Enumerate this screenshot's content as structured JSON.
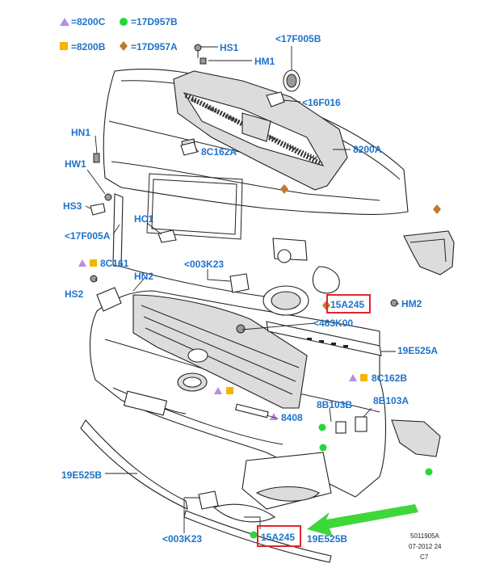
{
  "legend": [
    {
      "symbol": "triangle",
      "color": "#b58ee0",
      "text": "=8200C"
    },
    {
      "symbol": "circle",
      "color": "#27d63a",
      "text": "=17D957B"
    },
    {
      "symbol": "square",
      "color": "#f5b400",
      "text": "=8200B"
    },
    {
      "symbol": "diamond",
      "color": "#c07a2c",
      "text": "=17D957A"
    }
  ],
  "labels": {
    "hs1": "HS1",
    "hm1": "HM1",
    "p17f005b": "<17F005B",
    "p16f016": "<16F016",
    "p8200a": "8200A",
    "p8c162a": "8C162A",
    "hn1": "HN1",
    "hw1": "HW1",
    "hs3": "HS3",
    "p17f005a": "<17F005A",
    "hc1": "HC1",
    "p8c161": "8C161",
    "p003k23_top": "<003K23",
    "hn2": "HN2",
    "hs2": "HS2",
    "p15a245_top": "15A245",
    "hm2": "HM2",
    "p463k00": "<463K00",
    "p19e525a": "19E525A",
    "p8c162b": "8C162B",
    "p8b103b": "8B103B",
    "p8b103a": "8B103A",
    "p8408": "8408",
    "p19e525b_left": "19E525B",
    "p003k23_bottom": "<003K23",
    "p15a245_bottom": "15A245",
    "p19e525b_right": "19E525B"
  },
  "meta": [
    "5011905A",
    "07-2012 24",
    "C7"
  ],
  "colors": {
    "label": "#1e73c9",
    "highlight": "#e0262b",
    "arrow": "#3fd63a",
    "triangle": "#b58ee0",
    "square": "#f5b400",
    "circle": "#27d63a",
    "diamond": "#c07a2c"
  }
}
